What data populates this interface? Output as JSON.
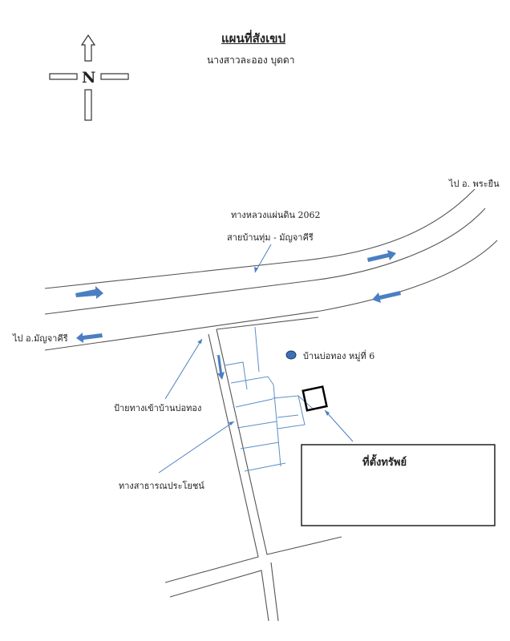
{
  "header": {
    "title": "แผนที่สังเขป",
    "owner": "นางสาวละออง  บุดดา"
  },
  "compass": {
    "north_label": "N"
  },
  "labels": {
    "highway": "ทางหลวงแผ่นดิน 2062",
    "route": "สายบ้านทุ่ม - มัญจาคีรี",
    "to_east": "ไป อ. พระยืน",
    "to_west": "ไป อ.มัญจาคีรี",
    "village": "บ้านบ่อทอง หมู่ที่ 6",
    "entrance_sign": "ป้ายทางเข้าบ้านบ่อทอง",
    "public_way": "ทางสาธารณประโยชน์",
    "property": "ที่ตั้งทรัพย์"
  },
  "colors": {
    "road_line": "#555555",
    "plot_line": "#5b8fc7",
    "arrow": "#4a7fc1",
    "village_dot": "#3f6fb5",
    "property_box": "#000000"
  },
  "icons": [
    "compass-rose-icon",
    "direction-arrow-icon",
    "village-dot-icon"
  ]
}
